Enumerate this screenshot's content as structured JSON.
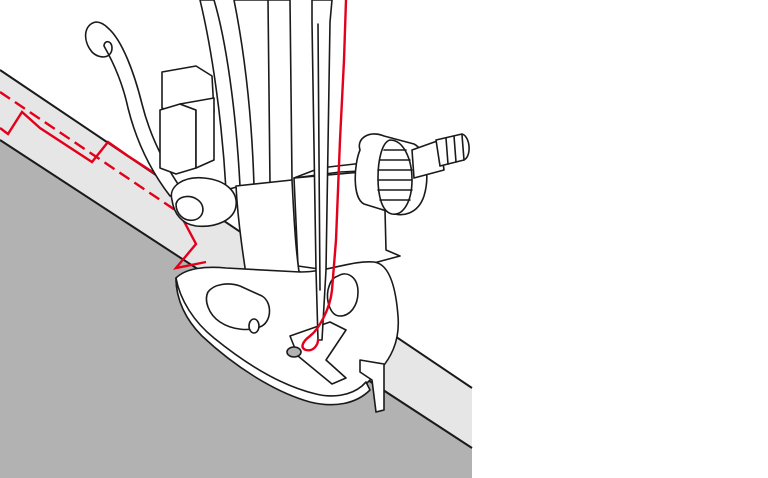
{
  "colors": {
    "background": "#ffffff",
    "fabric": "#b2b2b2",
    "fabric_fold": "#e6e6e6",
    "outline": "#1a1a1a",
    "thread": "#e3001b",
    "presser_foot": "#ffffff"
  },
  "illustration": {
    "subject": "sewing-machine-presser-foot",
    "elements": [
      "fabric",
      "folded-hem-edge",
      "zigzag-stitch",
      "basting-stitch",
      "presser-foot",
      "needle",
      "needle-thread",
      "thumb-screw",
      "edge-guide"
    ]
  }
}
